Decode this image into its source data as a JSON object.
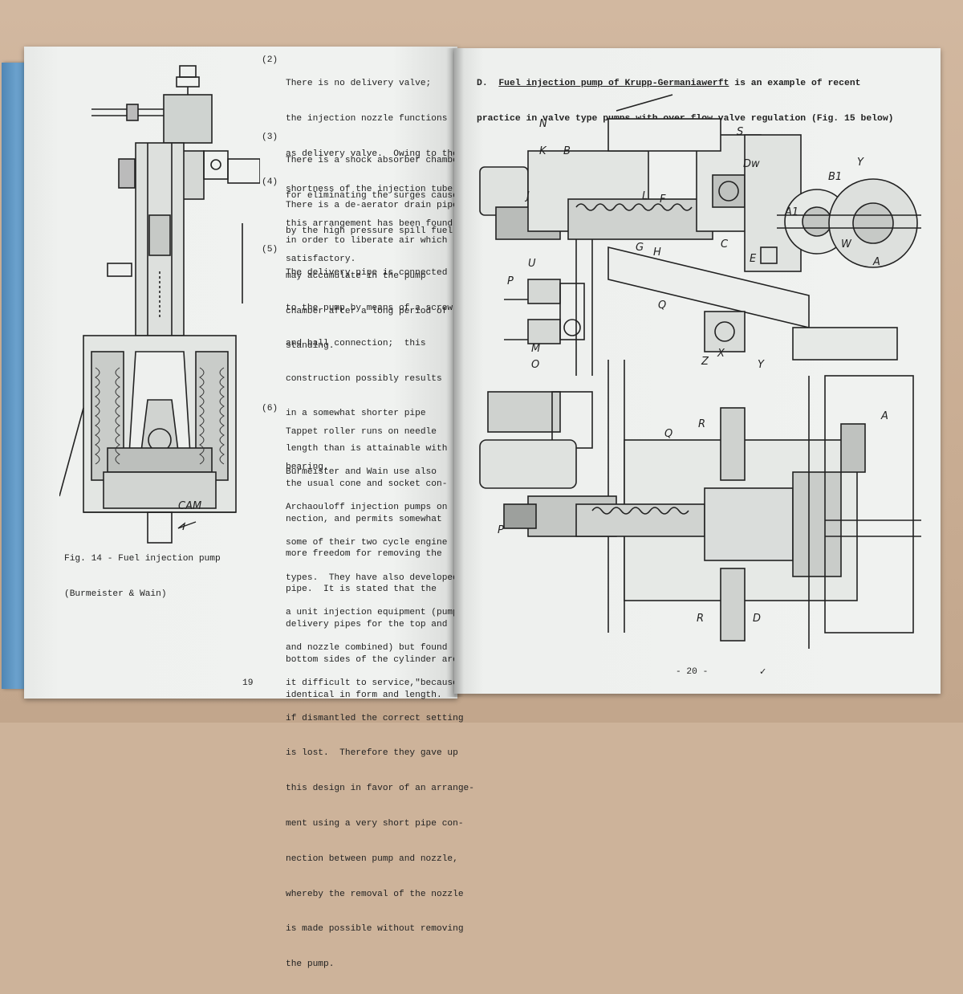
{
  "left_page": {
    "figure_caption": [
      "Fig. 14 - Fuel injection pump",
      "(Burmeister & Wain)"
    ],
    "cam_label": "CAM",
    "items": [
      {
        "num": "(2)",
        "lines": [
          "There is no delivery valve;",
          "the injection nozzle functions",
          "as delivery valve.  Owing to the",
          "shortness of the injection tube",
          "this arrangement has been found",
          "satisfactory."
        ]
      },
      {
        "num": "(3)",
        "lines": [
          "There is a shock absorber chamber",
          "for eliminating the surges caused",
          "by the high pressure spill fuel."
        ]
      },
      {
        "num": "(4)",
        "lines": [
          "There is a de-aerator drain pipe",
          "in order to liberate air which",
          "may accumulate in the pump",
          "chamber after a long period of",
          "standing."
        ]
      },
      {
        "num": "(5)",
        "lines": [
          "The delivery pipe is connected",
          "to the pump by means of a screw",
          "and ball connection;  this",
          "construction possibly results",
          "in a somewhat shorter pipe",
          "length than is attainable with",
          "the usual cone and socket con-",
          "nection, and permits somewhat",
          "more freedom for removing the",
          "pipe.  It is stated that the",
          "delivery pipes for the top and",
          "bottom sides of the cylinder are",
          "identical in form and length."
        ]
      },
      {
        "num": "(6)",
        "lines": [
          "Tappet roller runs on needle",
          "bearing."
        ]
      }
    ],
    "paragraph": [
      "Burmeister and Wain use also",
      "Archaouloff injection pumps on",
      "some of their two cycle engine",
      "types.  They have also developed",
      "a unit injection equipment (pump",
      "and nozzle combined) but found",
      "it difficult to service,\"because",
      "if dismantled the correct setting",
      "is lost.  Therefore they gave up",
      "this design in favor of an arrange-",
      "ment using a very short pipe con-",
      "nection between pump and nozzle,",
      "whereby the removal of the nozzle",
      "is made possible without removing",
      "the pump."
    ],
    "page_number": "19"
  },
  "right_page": {
    "heading_letter": "D.",
    "heading_title": "Fuel injection pump of Krupp-Germaniawerft",
    "heading_rest": " is an example of recent",
    "heading_line2": "practice in valve type pumps with over flow valve regulation (Fig. 15 below)",
    "page_number": "- 20 -",
    "check_mark": "✓",
    "diagram_labels": [
      "N",
      "K",
      "B",
      "S",
      "Dw",
      "Y",
      "B1",
      "A1",
      "J",
      "L",
      "F",
      "C",
      "E",
      "W",
      "A",
      "U",
      "G",
      "H",
      "Q",
      "P",
      "O",
      "M",
      "Z",
      "X",
      "Y",
      "Q",
      "R",
      "A",
      "P",
      "R",
      "D"
    ]
  },
  "colors": {
    "ink": "#222222",
    "paper": "#eef0ee",
    "spine": "#5a90bd"
  }
}
